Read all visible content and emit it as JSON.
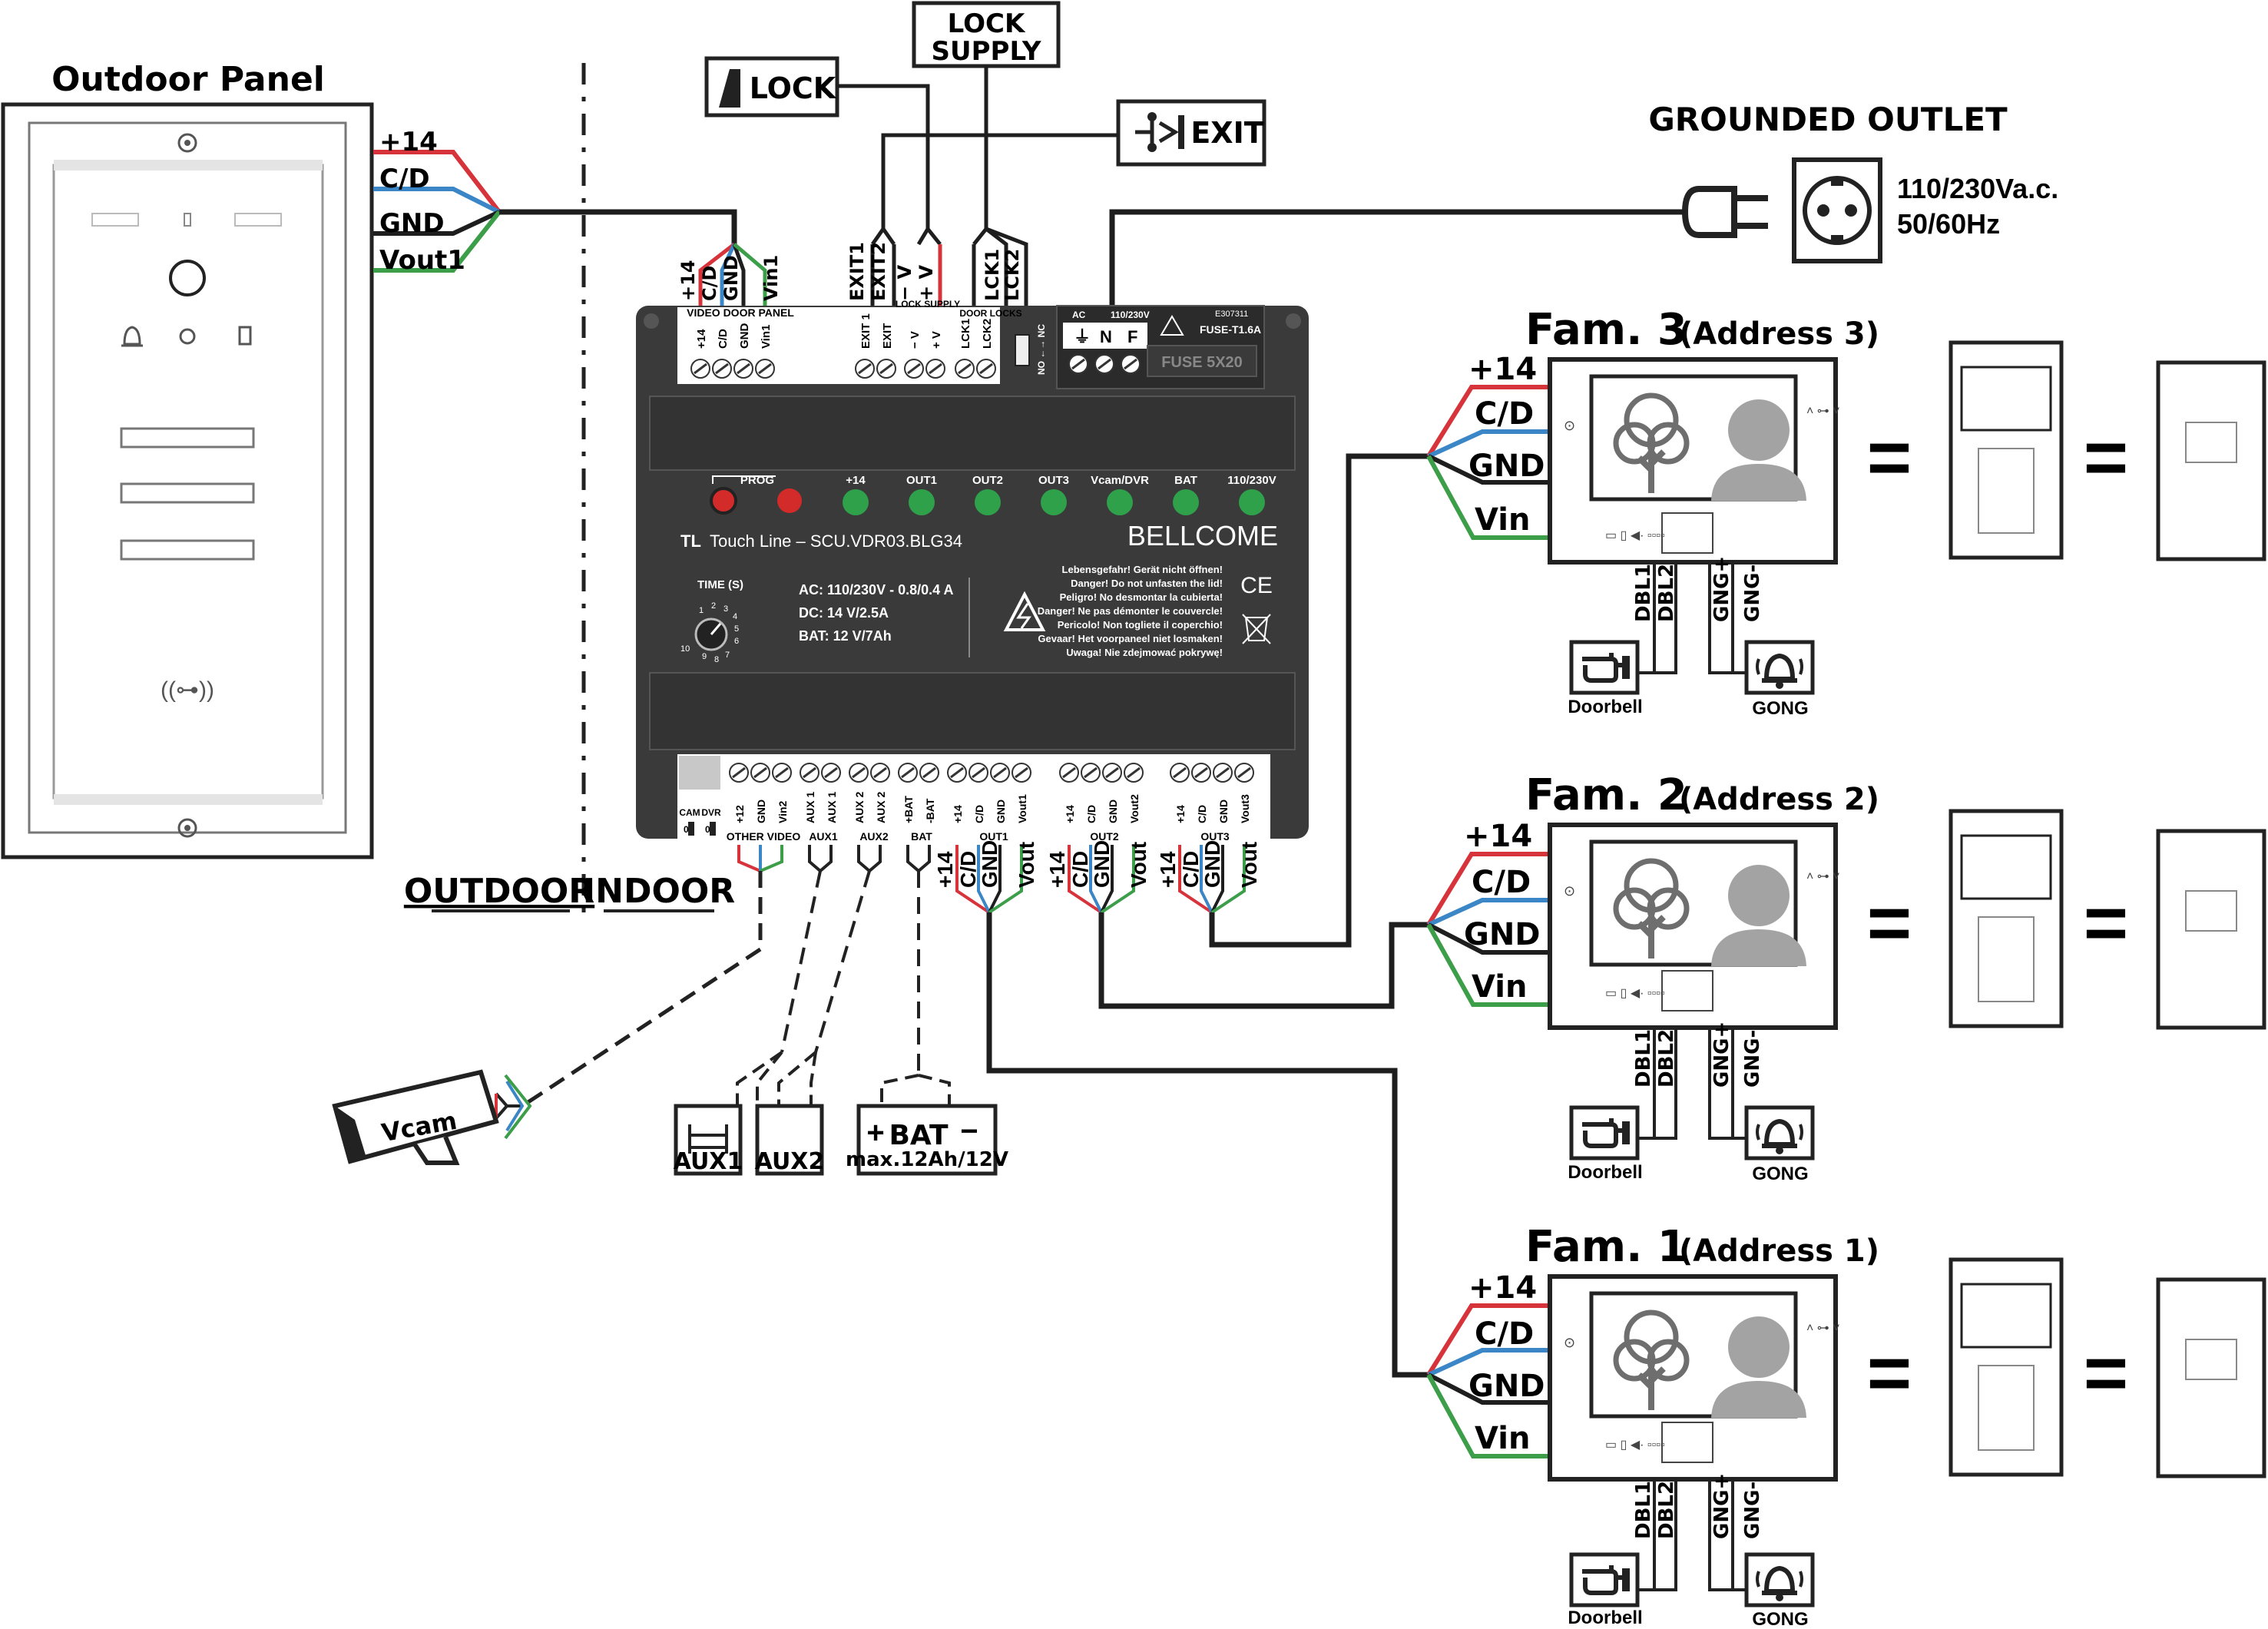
{
  "outdoor": {
    "title": "Outdoor Panel",
    "wires": [
      "+14",
      "C/D",
      "GND",
      "Vout1"
    ]
  },
  "zones": {
    "outdoor": "OUTDOOR",
    "indoor": "INDOOR"
  },
  "lock": {
    "label": "LOCK",
    "supply_line1": "LOCK",
    "supply_line2": "SUPPLY",
    "exit": "EXIT"
  },
  "outlet": {
    "title": "GROUNDED OUTLET",
    "line1": "110/230Va.c.",
    "line2": "50/60Hz"
  },
  "controller": {
    "brand": "BELLCOME",
    "model": "Touch Line – SCU.VDR03.BLG34",
    "top_wires_vdp": [
      "+14",
      "C/D",
      "GND",
      "Vin1"
    ],
    "top_wires_lock": [
      "EXIT1",
      "EXIT2",
      "− V",
      "+ V",
      "LCK1",
      "LCK2"
    ],
    "vdp_group": "VIDEO DOOR PANEL",
    "vdp_terminals": [
      "+14",
      "C/D",
      "GND",
      "Vin1"
    ],
    "exit_terminals": [
      "EXIT 1",
      "EXIT"
    ],
    "lock_supply_group": "LOCK SUPPLY",
    "lock_supply_terminals": [
      "− V",
      "+ V"
    ],
    "door_locks_group": "DOOR LOCKS",
    "door_locks_terminals": [
      "LCK1",
      "LCK2"
    ],
    "nonc": "NO ←→ NC",
    "ac_header": [
      "AC",
      "110/230V",
      "E307311"
    ],
    "ac_terminals": [
      "⏚",
      "N",
      "F"
    ],
    "fuse_rating": "FUSE-T1.6A",
    "fuse_label": "FUSE 5X20",
    "leds": [
      "PROG",
      "+14",
      "OUT1",
      "OUT2",
      "OUT3",
      "Vcam/DVR",
      "BAT",
      "110/230V"
    ],
    "time_label": "TIME (S)",
    "dial_numbers": [
      "1",
      "2",
      "3",
      "4",
      "5",
      "6",
      "7",
      "8",
      "9",
      "10"
    ],
    "specs": [
      "AC: 110/230V - 0.8/0.4 A",
      "DC: 14 V/2.5A",
      "BAT: 12 V/7Ah"
    ],
    "warnings": [
      "Lebensgefahr! Gerät nicht öffnen!",
      "Danger! Do not unfasten the lid!",
      "Peligro! No desmontar la cubierta!",
      "Danger! Ne pas démonter le couvercle!",
      "Pericolo! Non togliete il coperchio!",
      "Gevaar! Het voorpaneel niet losmaken!",
      "Uwaga! Nie zdejmować pokrywę!"
    ],
    "ce": "CE",
    "bottom_switch": [
      "CAM",
      "DVR",
      "0",
      "0"
    ],
    "bottom_terminals": [
      "+12",
      "GND",
      "Vin2",
      "AUX 1",
      "AUX 1",
      "AUX 2",
      "AUX 2",
      "+BAT",
      "-BAT",
      "+14",
      "C/D",
      "GND",
      "Vout1",
      "+14",
      "C/D",
      "GND",
      "Vout2",
      "+14",
      "C/D",
      "GND",
      "Vout3"
    ],
    "bottom_groups": [
      "OTHER VIDEO",
      "AUX1",
      "AUX2",
      "BAT",
      "OUT1",
      "OUT2",
      "OUT3"
    ],
    "out_wires": [
      "+14",
      "C/D",
      "GND",
      "Vout"
    ]
  },
  "peripherals": {
    "vcam": "Vcam",
    "aux1": "AUX1",
    "aux2": "AUX2",
    "bat": "BAT",
    "bat_spec": "max.12Ah/12V",
    "plus": "+",
    "minus": "−"
  },
  "monitors": [
    {
      "fam": "Fam. 3",
      "address": "(Address 3)"
    },
    {
      "fam": "Fam. 2",
      "address": "(Address 2)"
    },
    {
      "fam": "Fam. 1",
      "address": "(Address 1)"
    }
  ],
  "monitor_wires": [
    "+14",
    "C/D",
    "GND",
    "Vin"
  ],
  "monitor_bottom_wires": [
    "DBL1",
    "DBL2",
    "GNG+",
    "GNG-"
  ],
  "doorbell": "Doorbell",
  "gong": "GONG",
  "equals": "=",
  "colors": {
    "red": "#d6333b",
    "blue": "#3b86c6",
    "black": "#1e1e1e",
    "green": "#3d9e4a",
    "device": "#3b3b3b",
    "led_green": "#2ea14a",
    "led_red": "#d32a2a"
  }
}
